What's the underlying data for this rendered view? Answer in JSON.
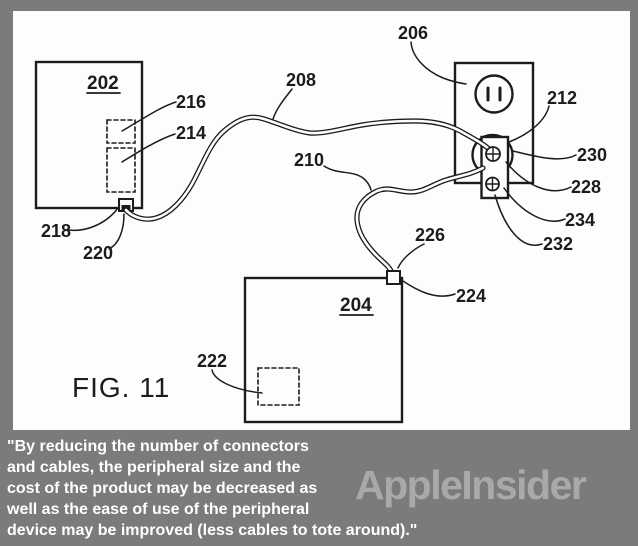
{
  "frame": {
    "border_color": "#7b7b7b",
    "paper_color": "#fdfdfd",
    "ink_color": "#1c1c1c"
  },
  "figure": {
    "fig_label": "FIG. 11",
    "labels": {
      "202": "202",
      "204": "204",
      "206": "206",
      "208": "208",
      "210": "210",
      "212": "212",
      "214": "214",
      "216": "216",
      "218": "218",
      "220": "220",
      "222": "222",
      "224": "224",
      "226": "226",
      "228": "228",
      "230": "230",
      "232": "232",
      "234": "234"
    }
  },
  "caption": {
    "lines": [
      "\"By reducing the number of connectors",
      "and cables, the peripheral size and the",
      "cost of the product may be decreased as",
      "well as the ease of use of the peripheral",
      "device may be improved (less cables to tote around).\""
    ]
  },
  "watermark": {
    "text": "AppleInsider",
    "color": "#a9a9a9"
  }
}
